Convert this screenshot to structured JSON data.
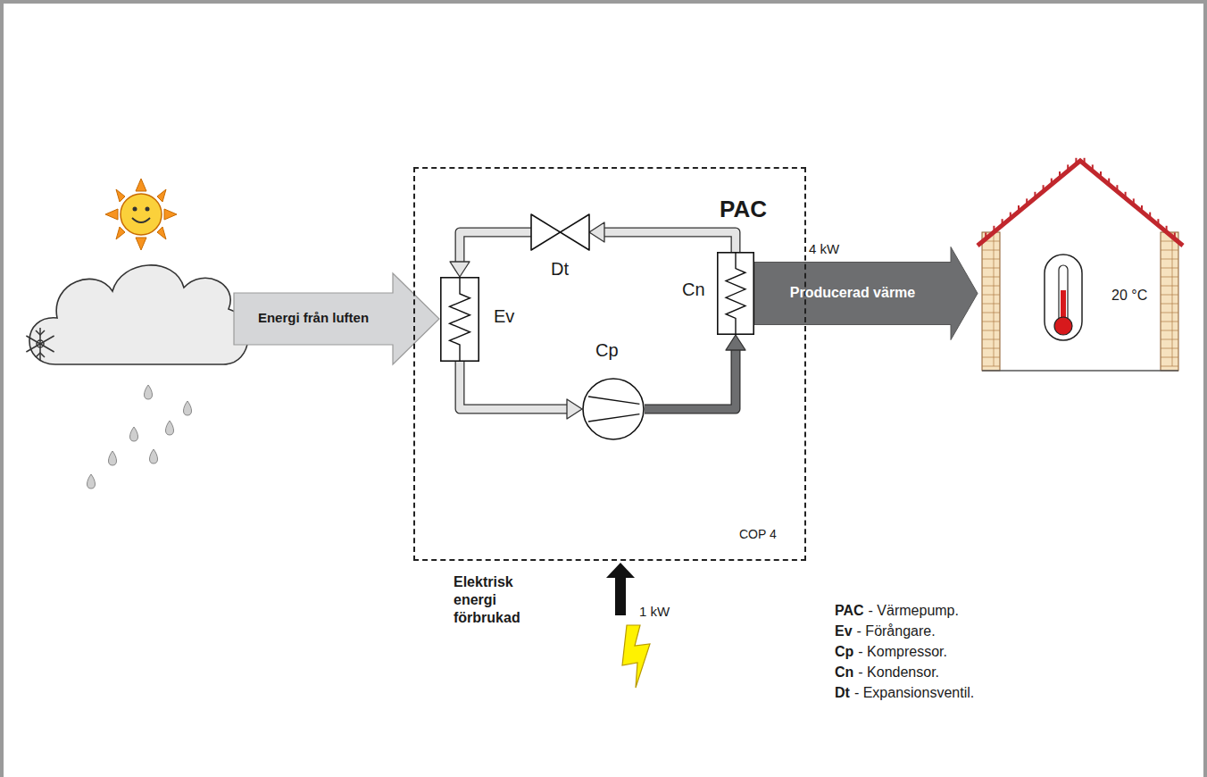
{
  "diagram": {
    "nodes": [
      {
        "text": [
          "PAC"
        ]
      },
      {
        "text": [
          "Dt"
        ],
        "in": 0
      },
      {
        "text": [
          "Ev"
        ],
        "in": 0
      },
      {
        "text": [
          "Cp"
        ],
        "in": 0
      },
      {
        "text": [
          "Cn"
        ],
        "in": 0
      },
      {
        "text": [
          "20 °C"
        ]
      }
    ],
    "edges": [
      {
        "from": 4,
        "to": 1,
        "arrow": "to"
      },
      {
        "from": 1,
        "to": 2,
        "arrow": "to"
      },
      {
        "from": 2,
        "to": 3,
        "arrow": "to"
      },
      {
        "from": 3,
        "to": 4,
        "arrow": "to"
      },
      {
        "from": 4,
        "to": 5,
        "arrow": "to",
        "label": "Producerad värme"
      }
    ],
    "labels": [
      "Energi från luften",
      "4 kW",
      "COP 4",
      "1 kW",
      "Elektrisk energi förbrukad",
      "PAC",
      "- Värmepump.",
      "Ev",
      "- Förångare.",
      "Cp",
      "- Kompressor.",
      "Cn",
      "- Kondensor.",
      "Dt",
      "- Expansionsventil."
    ]
  }
}
